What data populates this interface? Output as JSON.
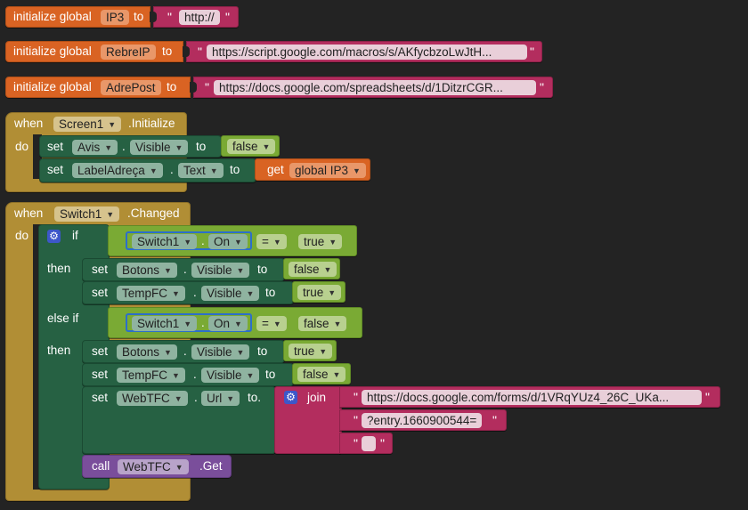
{
  "globals": [
    {
      "keyword": "initialize global",
      "name": "IP3",
      "to": "to",
      "value": "http://"
    },
    {
      "keyword": "initialize global",
      "name": "RebreIP",
      "to": "to",
      "value": "https://script.google.com/macros/s/AKfycbzoLwJtH..."
    },
    {
      "keyword": "initialize global",
      "name": "AdrePost",
      "to": "to",
      "value": "https://docs.google.com/spreadsheets/d/1DitzrCGR..."
    }
  ],
  "screen_event": {
    "when": "when",
    "component": "Screen1",
    "event": ".Initialize",
    "do": "do",
    "stmt1": {
      "set": "set",
      "component": "Avis",
      "dot": ".",
      "prop": "Visible",
      "to": "to",
      "value": "false"
    },
    "stmt2": {
      "set": "set",
      "component": "LabelAdreça",
      "dot": ".",
      "prop": "Text",
      "to": "to",
      "get": "get",
      "var": "global IP3"
    }
  },
  "switch_event": {
    "when": "when",
    "component": "Switch1",
    "event": ".Changed",
    "do": "do",
    "if_label": "if",
    "then_label": "then",
    "elseif_label": "else if",
    "cond1": {
      "component": "Switch1",
      "dot": ".",
      "prop": "On",
      "op": "=",
      "value": "true"
    },
    "then1": [
      {
        "set": "set",
        "component": "Botons",
        "dot": ".",
        "prop": "Visible",
        "to": "to",
        "value": "false"
      },
      {
        "set": "set",
        "component": "TempFC",
        "dot": ".",
        "prop": "Visible",
        "to": "to",
        "value": "true"
      }
    ],
    "cond2": {
      "component": "Switch1",
      "dot": ".",
      "prop": "On",
      "op": "=",
      "value": "false"
    },
    "then2": [
      {
        "set": "set",
        "component": "Botons",
        "dot": ".",
        "prop": "Visible",
        "to": "to",
        "value": "true"
      },
      {
        "set": "set",
        "component": "TempFC",
        "dot": ".",
        "prop": "Visible",
        "to": "to",
        "value": "false"
      }
    ],
    "url_set": {
      "set": "set",
      "component": "WebTFC",
      "dot": ".",
      "prop": "Url",
      "to": "to.",
      "join": "join",
      "parts": [
        "https://docs.google.com/forms/d/1VRqYUz4_26C_UKa...",
        "?entry.1660900544=",
        ""
      ]
    },
    "call": {
      "call": "call",
      "component": "WebTFC",
      "method": ".Get"
    }
  },
  "quote": "\"",
  "arrow": "▼",
  "gear_glyph": "⚙"
}
